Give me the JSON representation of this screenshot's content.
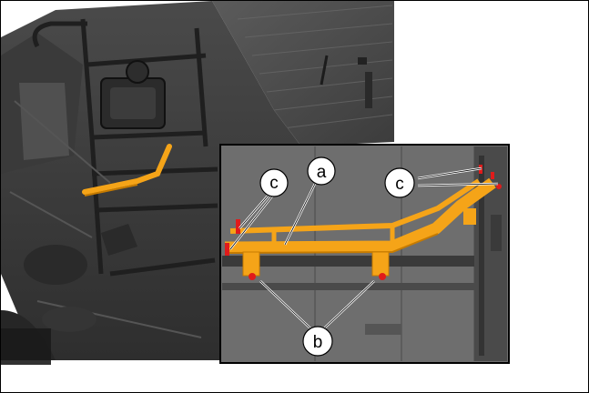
{
  "figure": {
    "callouts": {
      "a": "a",
      "b": "b",
      "c_left": "c",
      "c_right": "c"
    },
    "colors": {
      "highlight": "#f5a418",
      "highlight_dark": "#c67b00",
      "fastener": "#e01b1b",
      "frame_dark": "#2f2f2f",
      "inset_bg": "#6e6e6e"
    },
    "icons": [
      "vehicle-frame-illustration",
      "fastener-marker"
    ]
  }
}
